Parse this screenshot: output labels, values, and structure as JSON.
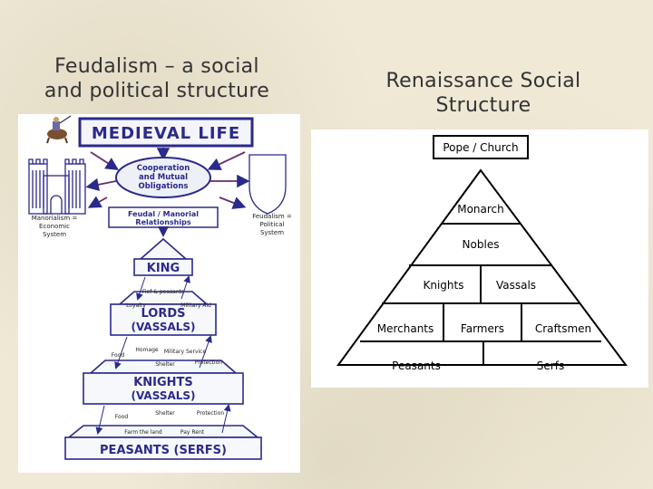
{
  "slide": {
    "left_title": [
      "Feudalism – a social",
      "and political structure"
    ],
    "right_title": [
      "Renaissance Social",
      "Structure"
    ]
  },
  "medieval": {
    "banner": "MEDIEVAL LIFE",
    "center_oval": [
      "Cooperation",
      "and Mutual",
      "Obligations"
    ],
    "feudal_box": [
      "Feudal / Manorial",
      "Relationships"
    ],
    "left_note": [
      "Manorialism =",
      "Economic",
      "System"
    ],
    "right_note": [
      "Feudalism =",
      "Political",
      "System"
    ],
    "tiers": [
      "KING",
      "LORDS",
      "(VASSALS)",
      "KNIGHTS",
      "(VASSALS)",
      "PEASANTS (SERFS)"
    ],
    "labels": {
      "fief": "Fief & peasants",
      "loyalty": "Loyalty",
      "military_aid": "Military Aid",
      "food1": "Food",
      "homage": "Homage",
      "military_service": "Military Service",
      "shelter1": "Shelter",
      "protection1": "Protection",
      "food2": "Food",
      "shelter2": "Shelter",
      "protection2": "Protection",
      "farm": "Farm the land",
      "pay_rent": "Pay Rent"
    },
    "colors": {
      "ink": "#2a2a8a",
      "ground": "#ffffff"
    }
  },
  "renaissance": {
    "top_box": "Pope / Church",
    "levels": [
      [
        "Monarch"
      ],
      [
        "Nobles"
      ],
      [
        "Knights",
        "Vassals"
      ],
      [
        "Merchants",
        "Farmers",
        "Craftsmen"
      ],
      [
        "Peasants",
        "Serfs"
      ]
    ]
  }
}
